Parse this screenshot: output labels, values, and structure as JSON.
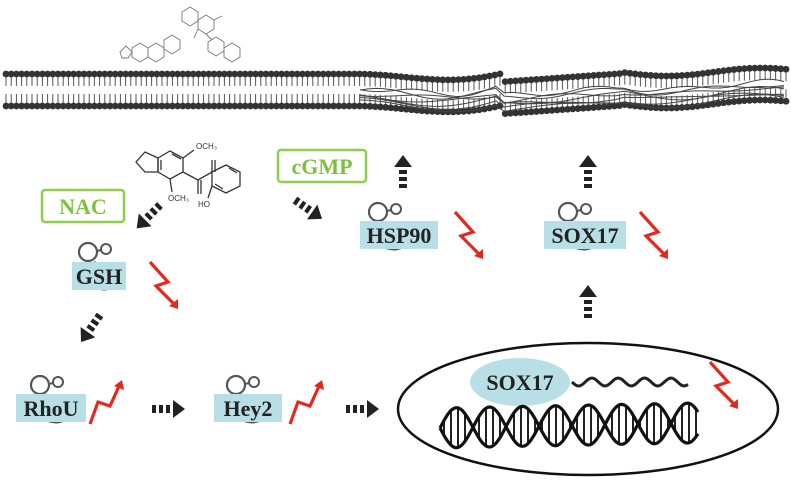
{
  "labels": {
    "nac": "NAC",
    "cgmp": "cGMP",
    "gsh": "GSH",
    "hsp90": "HSP90",
    "sox17_top": "SOX17",
    "rhou": "RhoU",
    "hey2": "Hey2",
    "sox17_nucleus": "SOX17"
  },
  "chemical_labels": {
    "methoxy_top": "OCH₃",
    "methoxy_bottom": "OCH₃",
    "hydroxyl": "HO"
  },
  "trend_arrows": {
    "gsh": "down",
    "hsp90": "down",
    "sox17_top": "down",
    "sox17_nucleus": "down",
    "rhou": "up",
    "hey2": "up"
  },
  "colors": {
    "label_box": "#b9dfe6",
    "nac_cgmp_outline": "#8fce4c",
    "nac_cgmp_text": "#7ec23b",
    "trend_arrow": "#e0291f",
    "flow_arrow": "#222222",
    "membrane": "#333333",
    "dna": "#222222"
  }
}
